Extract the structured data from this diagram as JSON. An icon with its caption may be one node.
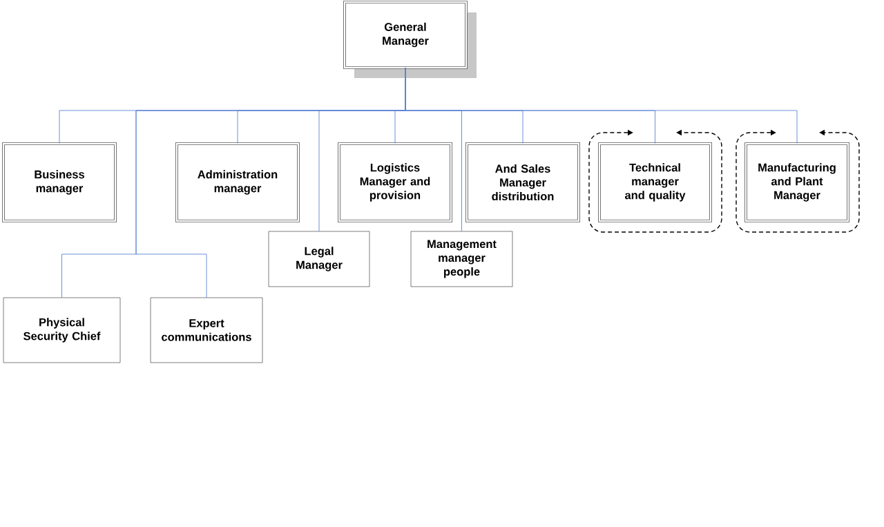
{
  "diagram": {
    "nodes": [
      {
        "text": [
          "General Manager"
        ]
      },
      {
        "text": [
          "Business manager"
        ]
      },
      {
        "text": [
          "Administration manager"
        ]
      },
      {
        "text": [
          "Logistics Manager and provision"
        ]
      },
      {
        "text": [
          "And Sales Manager distribution"
        ]
      },
      {
        "text": [
          "Technical manager and quality"
        ]
      },
      {
        "text": [
          "Manufacturing and Plant Manager"
        ]
      },
      {
        "text": [
          "Legal Manager"
        ]
      },
      {
        "text": [
          "Management manager people"
        ]
      },
      {
        "text": [
          "Physical Security Chief"
        ]
      },
      {
        "text": [
          "Expert communications"
        ]
      }
    ],
    "edges": [
      {
        "from": 0,
        "to": 1,
        "arrow": "none"
      },
      {
        "from": 0,
        "to": 2,
        "arrow": "none"
      },
      {
        "from": 0,
        "to": 7,
        "arrow": "none"
      },
      {
        "from": 0,
        "to": 3,
        "arrow": "none"
      },
      {
        "from": 0,
        "to": 8,
        "arrow": "none"
      },
      {
        "from": 0,
        "to": 4,
        "arrow": "none"
      },
      {
        "from": 0,
        "to": 5,
        "arrow": "none"
      },
      {
        "from": 0,
        "to": 6,
        "arrow": "none"
      },
      {
        "from": 0,
        "to": 9,
        "arrow": "none"
      },
      {
        "from": 0,
        "to": 10,
        "arrow": "none"
      }
    ]
  }
}
